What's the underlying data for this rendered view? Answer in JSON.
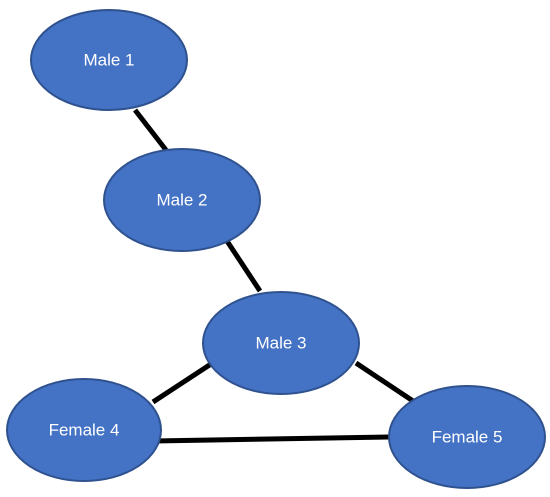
{
  "diagram": {
    "colors": {
      "node_fill": "#4472c4",
      "node_stroke": "#2f528f",
      "label_color": "#ffffff",
      "edge_color": "#000000"
    },
    "nodes": [
      {
        "id": "male1",
        "label": "Male 1"
      },
      {
        "id": "male2",
        "label": "Male 2"
      },
      {
        "id": "male3",
        "label": "Male 3"
      },
      {
        "id": "female4",
        "label": "Female 4"
      },
      {
        "id": "female5",
        "label": "Female 5"
      }
    ],
    "edges": [
      {
        "from": "male1",
        "to": "male2"
      },
      {
        "from": "male2",
        "to": "male3"
      },
      {
        "from": "male3",
        "to": "female4"
      },
      {
        "from": "male3",
        "to": "female5"
      },
      {
        "from": "female4",
        "to": "female5"
      }
    ]
  }
}
